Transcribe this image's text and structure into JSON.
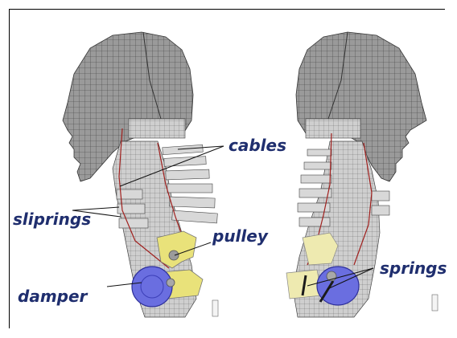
{
  "labels": {
    "cables": "cables",
    "sliprings": "sliprings",
    "pulley": "pulley",
    "damper": "damper",
    "springs": "springs"
  },
  "colors": {
    "label": "#1f2e6e",
    "damper_fill": "#6a6ee0",
    "bracket_fill": "#e9e27a",
    "cable": "#a0201e",
    "mesh": "#8f8f8f"
  }
}
